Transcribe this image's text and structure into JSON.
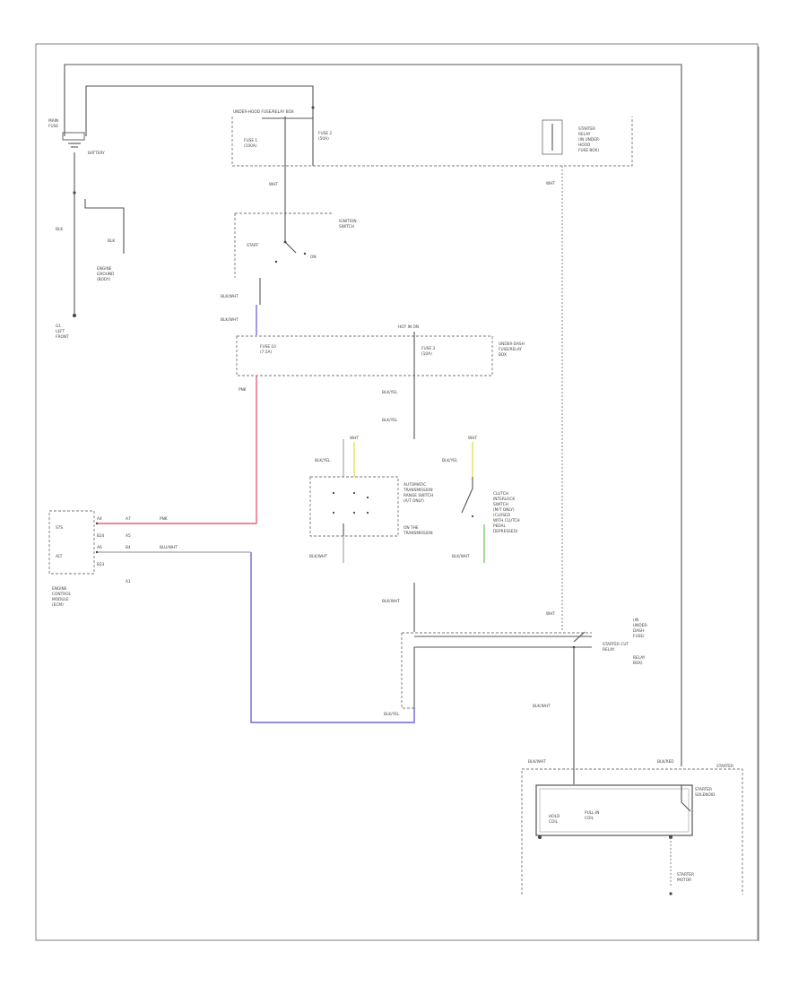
{
  "diagram": {
    "title": "",
    "corner_code": "",
    "colors": {
      "line": "#555555",
      "red_wire": "#e8627a",
      "blue_wire": "#6b66d6",
      "yellow_wire": "#e4e25a",
      "green_wire": "#7cc96a",
      "background": "#ffffff"
    },
    "components": [
      {
        "id": "battery",
        "name": "BATTERY"
      },
      {
        "id": "under-hood-fuse-box",
        "name": "UNDER-HOOD FUSE/RELAY BOX"
      },
      {
        "id": "ignition-switch",
        "name": "IGNITION SWITCH"
      },
      {
        "id": "under-dash-fuse-box",
        "name": "UNDER-DASH FUSE/RELAY BOX"
      },
      {
        "id": "engine-control-module",
        "name": "ENGINE CONTROL MODULE"
      },
      {
        "id": "transmission-range-switch",
        "name": "TRANSMISSION RANGE SWITCH"
      },
      {
        "id": "clutch-interlock-switch",
        "name": "CLUTCH INTERLOCK SWITCH"
      },
      {
        "id": "starter-cut-relay",
        "name": "STARTER CUT RELAY"
      },
      {
        "id": "starter-motor",
        "name": "STARTER MOTOR"
      }
    ]
  }
}
